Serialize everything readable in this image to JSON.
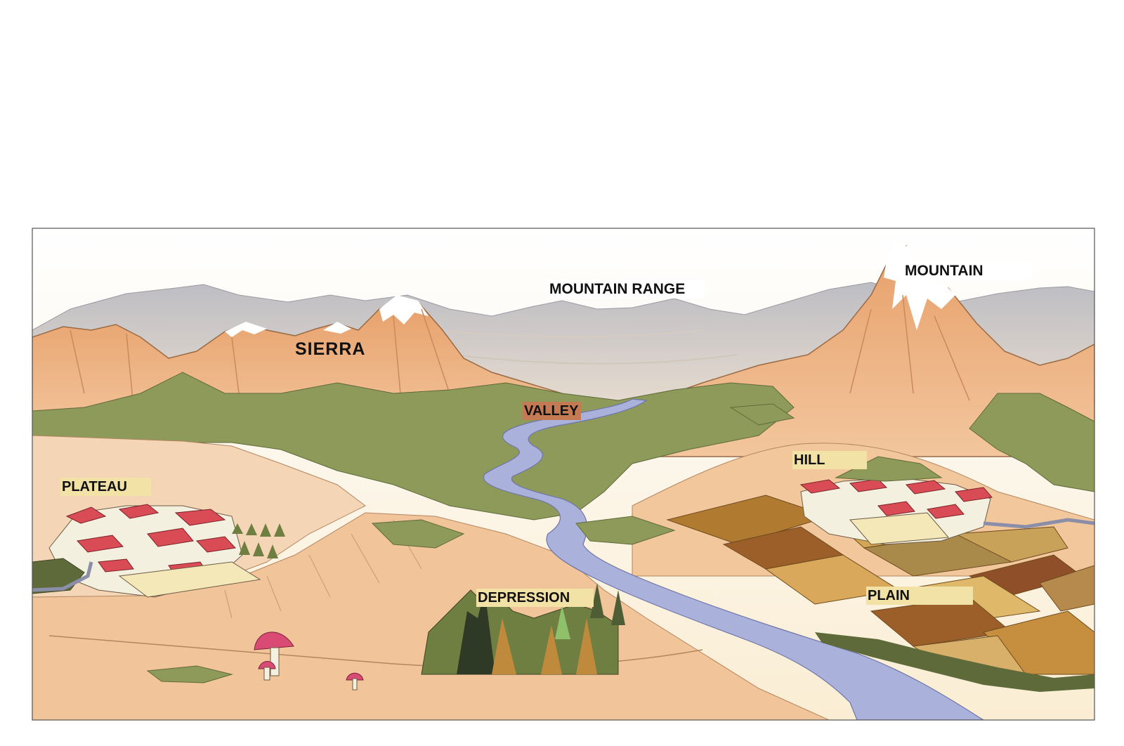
{
  "labels": {
    "mountain_range": "MOUNTAIN RANGE",
    "mountain": "MOUNTAIN",
    "sierra": "SIERRA",
    "valley": "VALLEY",
    "hill": "HILL",
    "plateau": "PLATEAU",
    "depression": "DEPRESSION",
    "plain": "PLAIN"
  },
  "colors": {
    "sky_top": "#ffffff",
    "sky_bottom": "#fbf0d8",
    "snow_mountains": "#c8c8cc",
    "orange_mountains": "#e9a877",
    "vegetation": "#8e9a5a",
    "river": "#a9b1d9",
    "ground": "#f2c49a",
    "fields_dark": "#9c5f2a",
    "fields_light": "#d9a85a",
    "roofs": "#d94b55"
  }
}
